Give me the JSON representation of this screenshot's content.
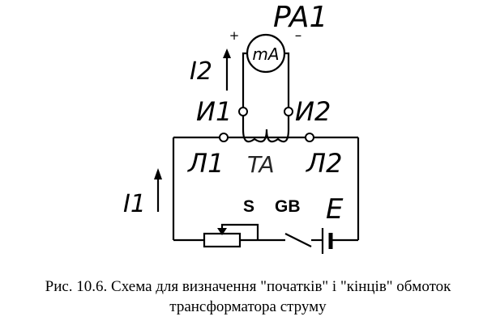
{
  "diagram": {
    "ammeter": {
      "designator": "PA1",
      "symbol": "mA",
      "plus": "+",
      "minus": "–"
    },
    "labels": {
      "current_secondary": "I2",
      "current_primary": "I1",
      "secondary_start": "И1",
      "secondary_end": "И2",
      "primary_start": "Л1",
      "primary_end": "Л2",
      "transformer": "TA",
      "switch": "S",
      "battery": "GB",
      "emf": "E"
    }
  },
  "caption": {
    "line1": "Рис. 10.6. Схема для визначення \"початків\" і \"кінців\" обмоток",
    "line2": "трансформатора струму"
  }
}
